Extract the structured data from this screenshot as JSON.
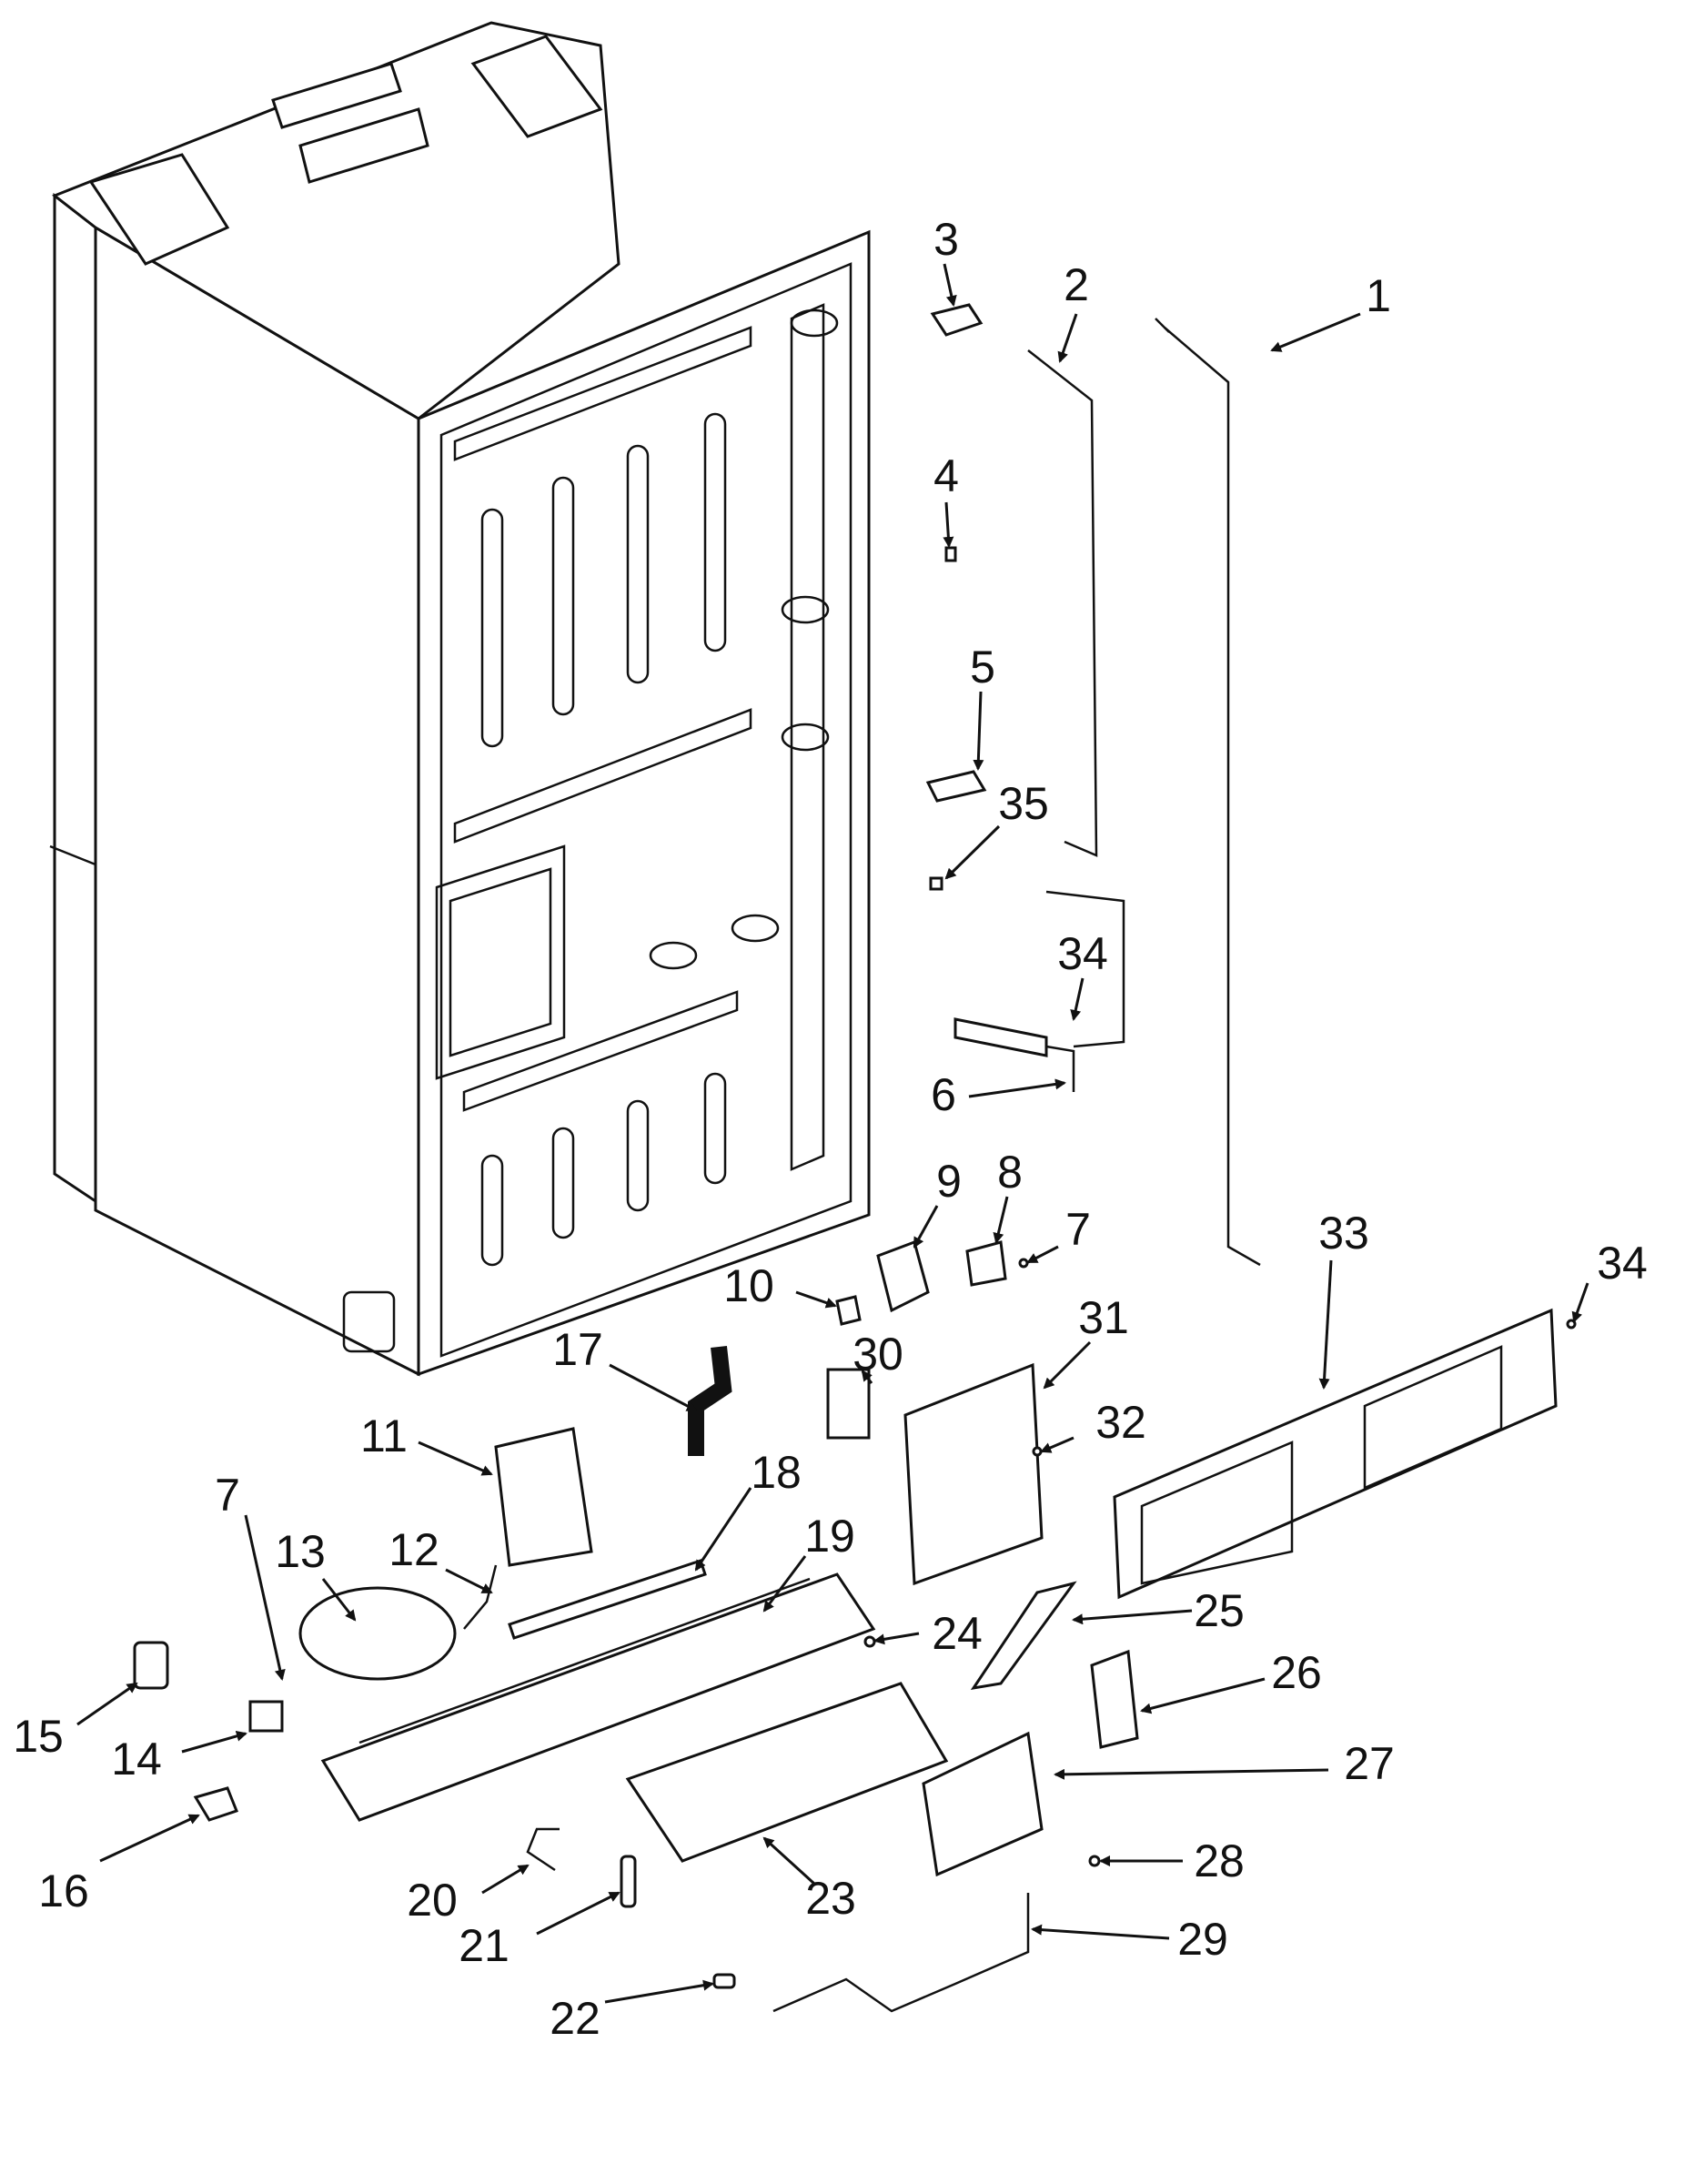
{
  "labels": [
    "1",
    "2",
    "3",
    "4",
    "5",
    "35",
    "34",
    "6",
    "9",
    "8",
    "7",
    "10",
    "17",
    "30",
    "31",
    "32",
    "33",
    "34",
    "11",
    "18",
    "19",
    "12",
    "13",
    "7",
    "15",
    "14",
    "24",
    "25",
    "26",
    "27",
    "16",
    "20",
    "21",
    "22",
    "23",
    "28",
    "29"
  ]
}
